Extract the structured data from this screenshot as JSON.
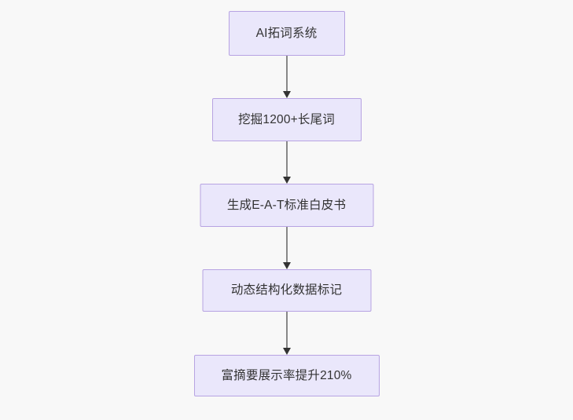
{
  "diagram": {
    "type": "flowchart",
    "orientation": "top-to-bottom",
    "background_color": "#f8f8f8",
    "node_fill_color": "#eae7fb",
    "node_border_color": "#b7a3e2",
    "node_text_color": "#333333",
    "connector_color": "#888888",
    "arrowhead_color": "#333333",
    "nodes": [
      {
        "id": "n1",
        "label": "AI拓词系统"
      },
      {
        "id": "n2",
        "label": "挖掘1200+长尾词"
      },
      {
        "id": "n3",
        "label": "生成E-A-T标准白皮书"
      },
      {
        "id": "n4",
        "label": "动态结构化数据标记"
      },
      {
        "id": "n5",
        "label": "富摘要展示率提升210%"
      }
    ],
    "edges": [
      {
        "from": "n1",
        "to": "n2",
        "label": ""
      },
      {
        "from": "n2",
        "to": "n3",
        "label": ""
      },
      {
        "from": "n3",
        "to": "n4",
        "label": ""
      },
      {
        "from": "n4",
        "to": "n5",
        "label": ""
      }
    ]
  }
}
